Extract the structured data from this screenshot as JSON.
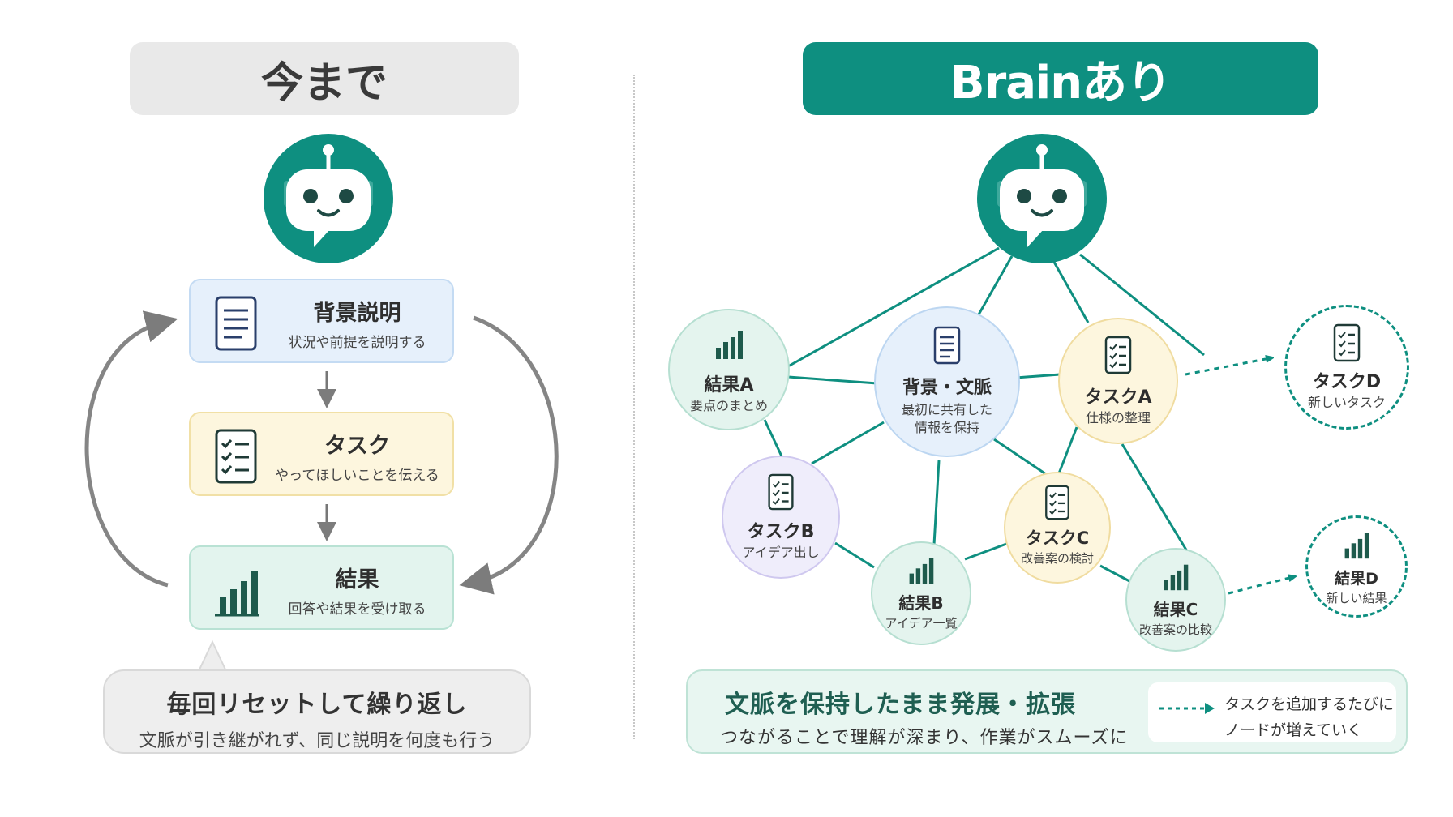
{
  "left": {
    "title": "今まで",
    "steps": [
      {
        "title": "背景説明",
        "subtitle": "状況や前提を説明する"
      },
      {
        "title": "タスク",
        "subtitle": "やってほしいことを伝える"
      },
      {
        "title": "結果",
        "subtitle": "回答や結果を受け取る"
      }
    ],
    "callout": {
      "title": "毎回リセットして繰り返し",
      "subtitle": "文脈が引き継がれず、同じ説明を何度も行う"
    }
  },
  "right": {
    "title": "Brainあり",
    "nodes": {
      "context": {
        "title": "背景・文脈",
        "line1": "最初に共有した",
        "line2": "情報を保持"
      },
      "result_a": {
        "title": "結果A",
        "subtitle": "要点のまとめ"
      },
      "task_a": {
        "title": "タスクA",
        "subtitle": "仕様の整理"
      },
      "task_b": {
        "title": "タスクB",
        "subtitle": "アイデア出し"
      },
      "task_c": {
        "title": "タスクC",
        "subtitle": "改善案の検討"
      },
      "result_b": {
        "title": "結果B",
        "subtitle": "アイデア一覧"
      },
      "result_c": {
        "title": "結果C",
        "subtitle": "改善案の比較"
      },
      "task_d": {
        "title": "タスクD",
        "subtitle": "新しいタスク"
      },
      "result_d": {
        "title": "結果D",
        "subtitle": "新しい結果"
      }
    },
    "callout": {
      "title": "文脈を保持したまま発展・拡張",
      "subtitle": "つながることで理解が深まり、作業がスムーズに",
      "legend_line1": "タスクを追加するたびに",
      "legend_line2": "ノードが増えていく"
    }
  },
  "colors": {
    "teal": "#0e8f80",
    "dark_green": "#1e5a4c",
    "navy": "#2a3f6b",
    "header_gray": "#e9e9e9",
    "arrow_gray": "#8a8a8a"
  },
  "icons": [
    "robot-icon",
    "document-icon",
    "checklist-icon",
    "bar-chart-icon"
  ]
}
